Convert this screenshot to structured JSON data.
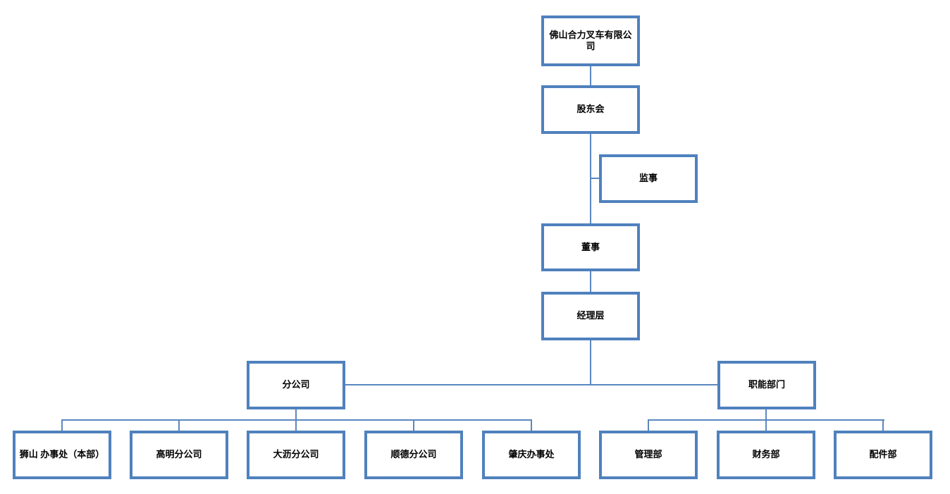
{
  "page": {
    "background_color": "#ffffff"
  },
  "colors": {
    "box_border": "#4f81bd",
    "box_fill": "#ffffff",
    "connector_line": "#5b87c0",
    "label_text": "#000000"
  },
  "org_chart": {
    "nodes": {
      "company": {
        "label": "佛山合力叉车有限公司"
      },
      "shareholders": {
        "label": "股东会"
      },
      "supervisor": {
        "label": "监事"
      },
      "director": {
        "label": "董事"
      },
      "management": {
        "label": "经理层"
      },
      "branch": {
        "label": "分公司"
      },
      "functional": {
        "label": "职能部门"
      },
      "shishan": {
        "label": "狮山 办事处（本部）"
      },
      "gaoming": {
        "label": "高明分公司"
      },
      "dali": {
        "label": "大沥分公司"
      },
      "shunde": {
        "label": "顺德分公司"
      },
      "zhaoqing": {
        "label": "肇庆办事处"
      },
      "admin": {
        "label": "管理部"
      },
      "finance": {
        "label": "财务部"
      },
      "parts": {
        "label": "配件部"
      }
    },
    "edges": [
      {
        "from": "company",
        "to": "shareholders"
      },
      {
        "from": "shareholders",
        "to": "supervisor"
      },
      {
        "from": "shareholders",
        "to": "director"
      },
      {
        "from": "director",
        "to": "management"
      },
      {
        "from": "management",
        "to": "branch"
      },
      {
        "from": "management",
        "to": "functional"
      },
      {
        "from": "branch",
        "to": "shishan"
      },
      {
        "from": "branch",
        "to": "gaoming"
      },
      {
        "from": "branch",
        "to": "dali"
      },
      {
        "from": "branch",
        "to": "shunde"
      },
      {
        "from": "branch",
        "to": "zhaoqing"
      },
      {
        "from": "functional",
        "to": "admin"
      },
      {
        "from": "functional",
        "to": "finance"
      },
      {
        "from": "functional",
        "to": "parts"
      }
    ]
  }
}
